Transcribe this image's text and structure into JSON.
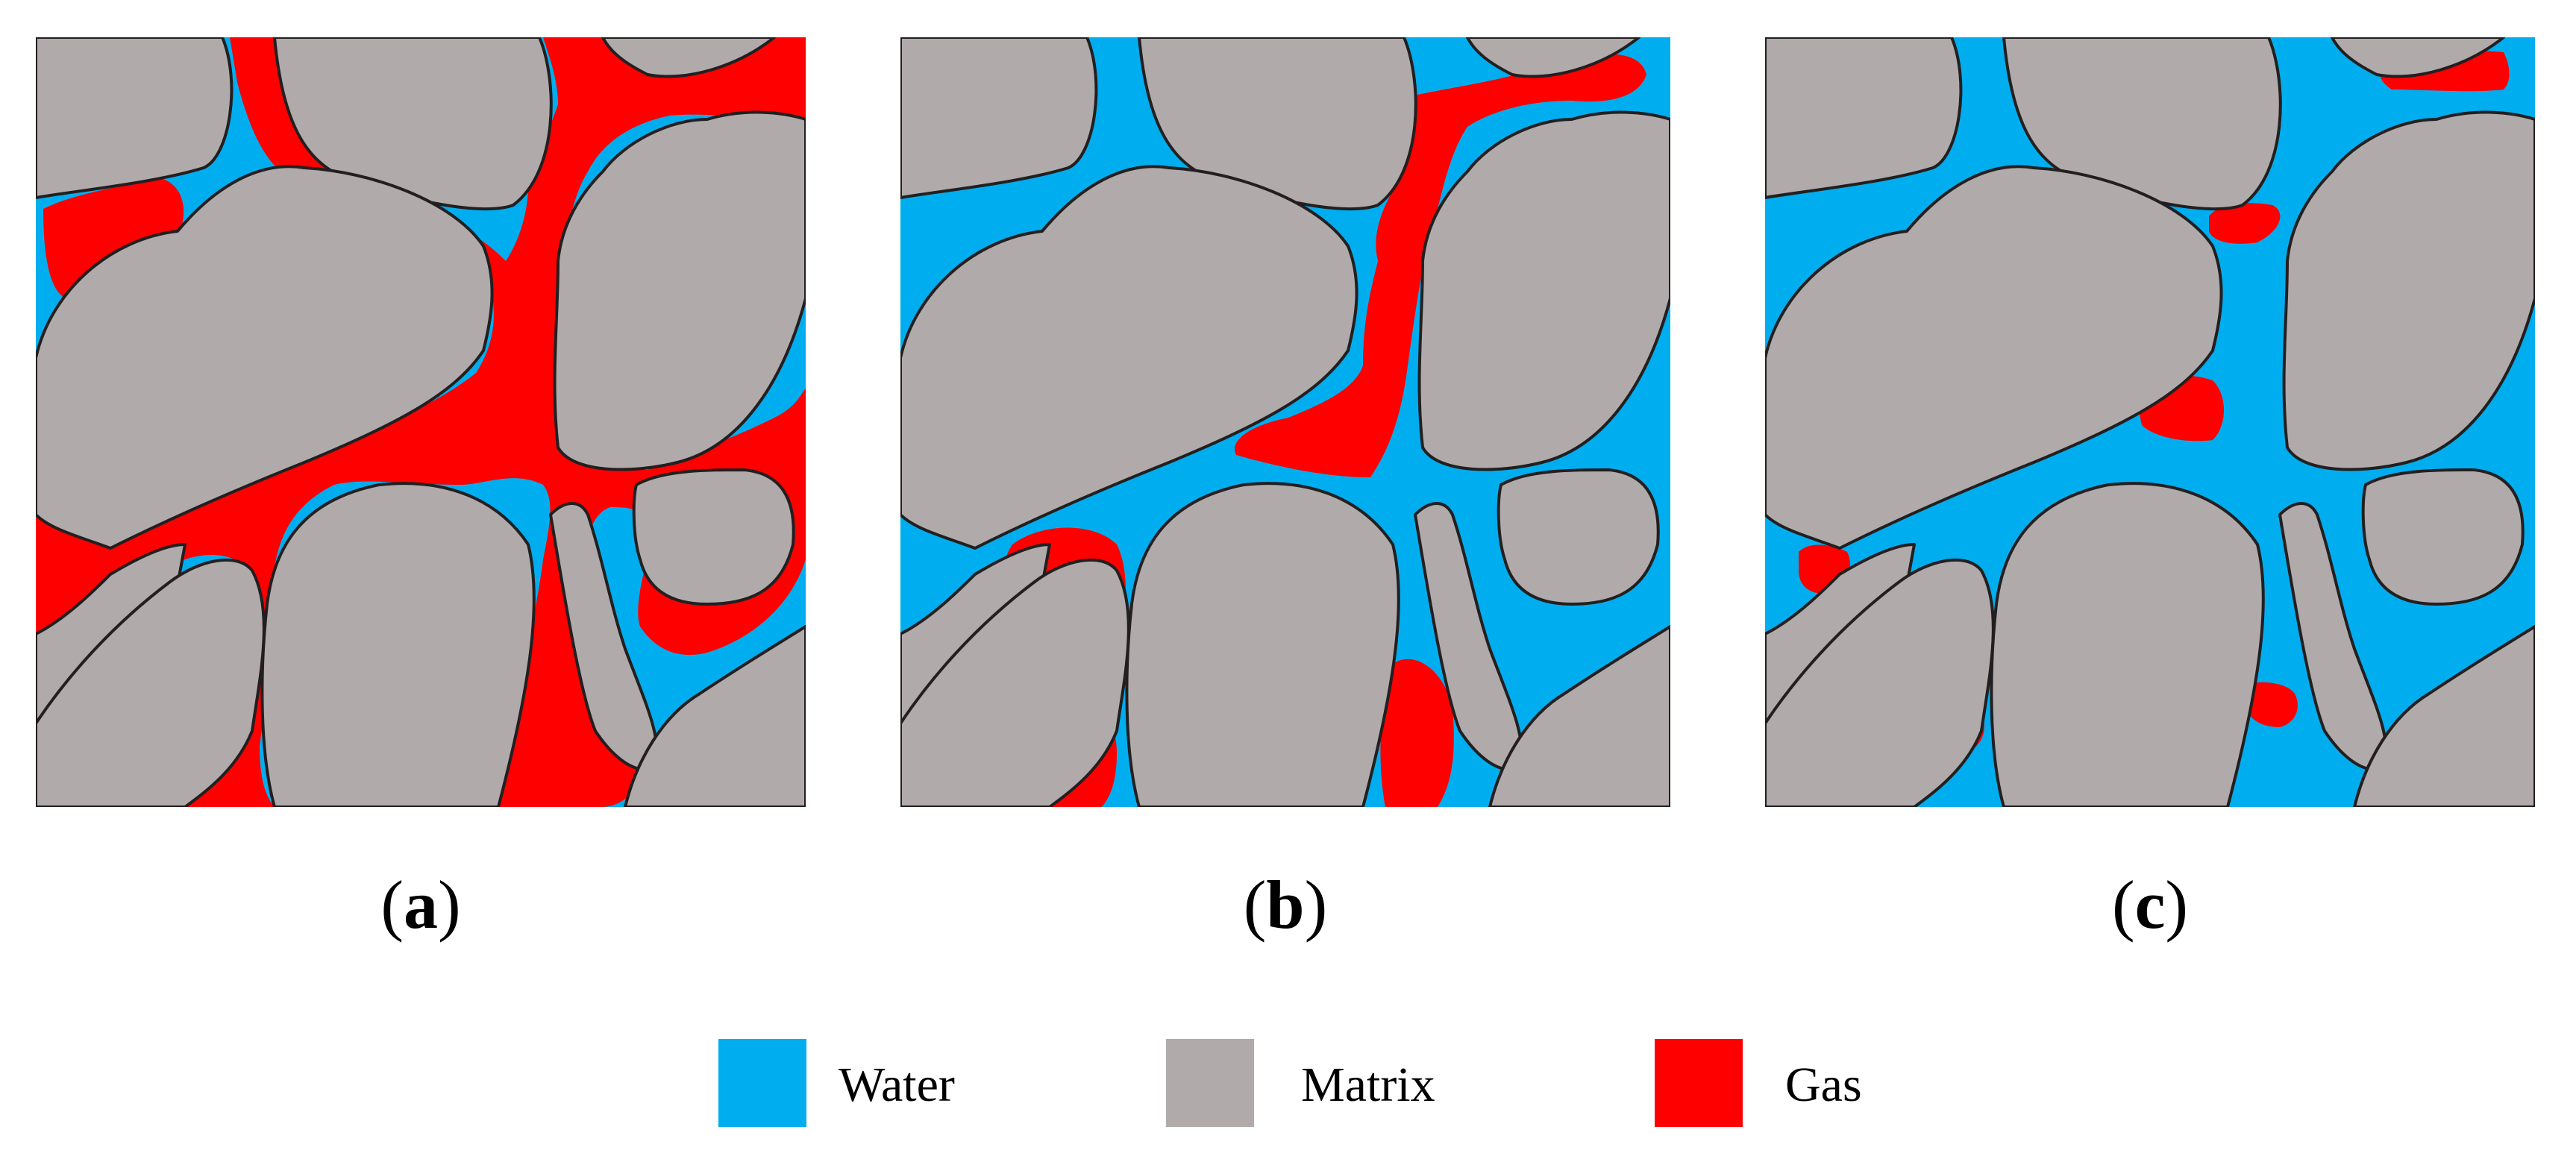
{
  "colors": {
    "water": "#00AEEF",
    "matrix": "#B0ABAA",
    "gas": "#FF0000",
    "outline": "#231F20"
  },
  "panels": [
    {
      "letter": "a"
    },
    {
      "letter": "b"
    },
    {
      "letter": "c"
    }
  ],
  "legend": [
    {
      "label": "Water",
      "color": "#00AEEF"
    },
    {
      "label": "Matrix",
      "color": "#B0ABAA"
    },
    {
      "label": "Gas",
      "color": "#FF0000"
    }
  ]
}
